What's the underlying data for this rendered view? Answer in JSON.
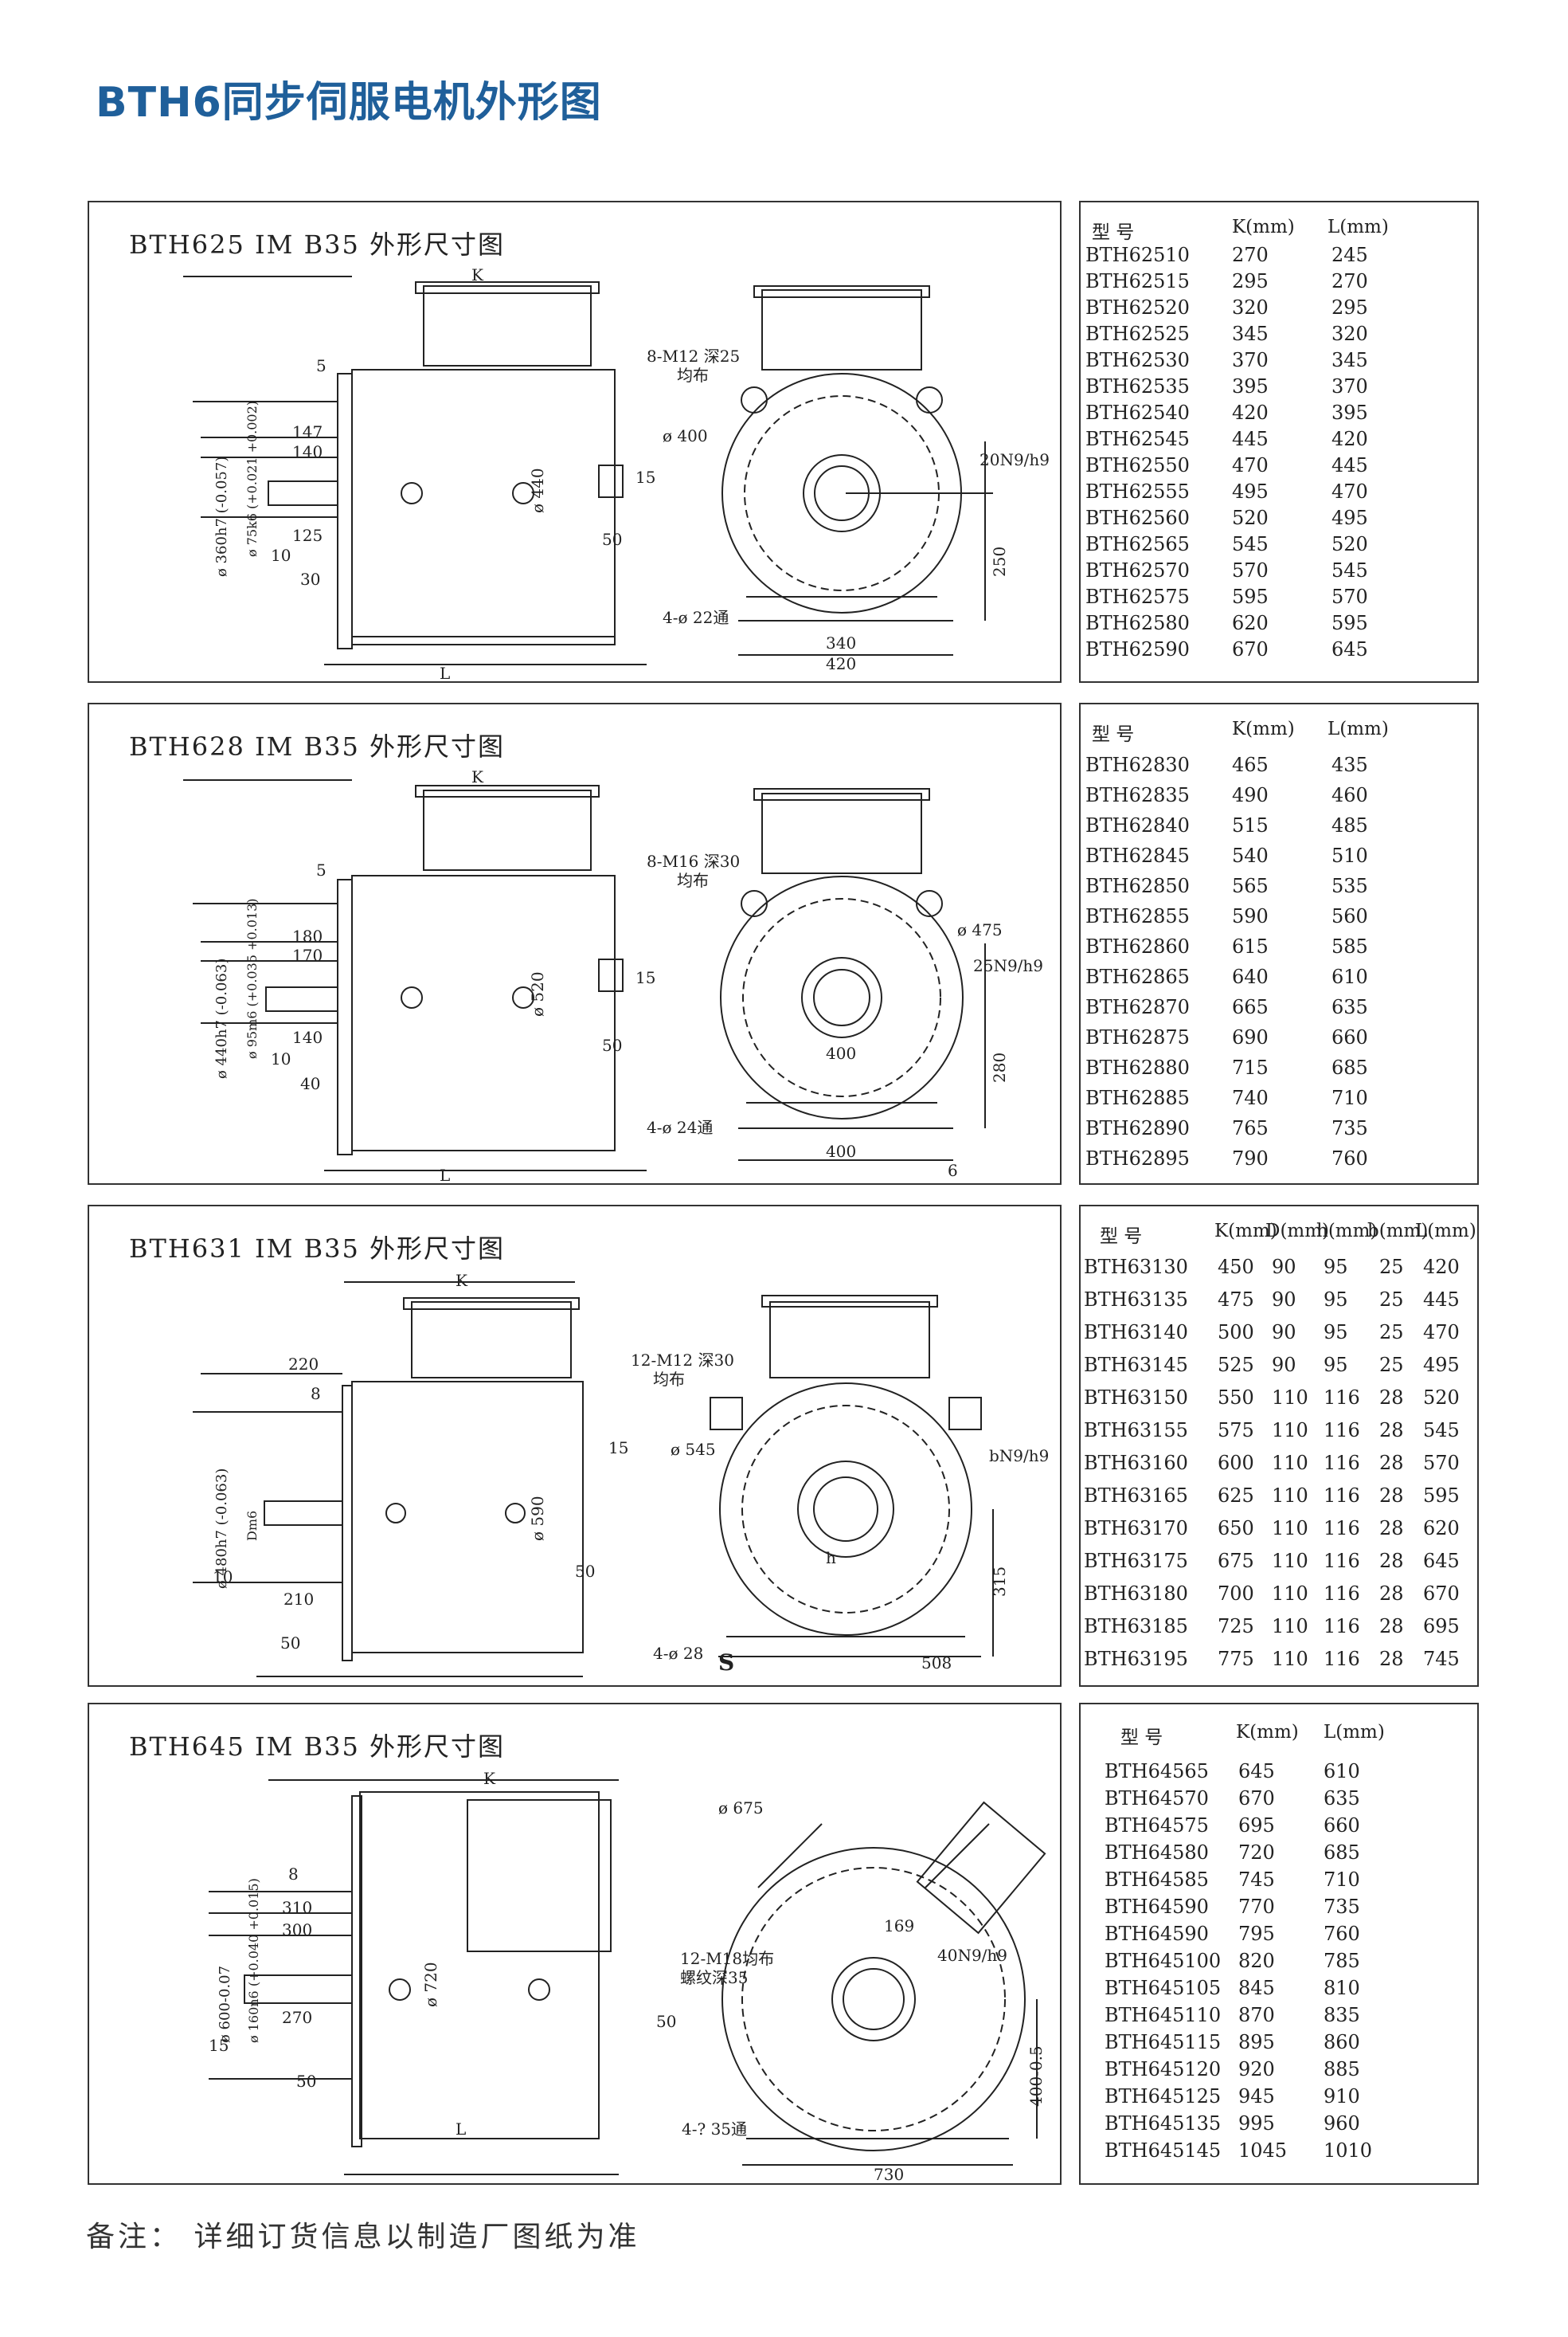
{
  "title": "BTH6同步伺服电机外形图",
  "footnote": "备注：  详细订货信息以制造厂图纸为准",
  "sections": [
    {
      "title": "BTH625  IM B35  外形尺寸图",
      "table": {
        "headers": [
          "型    号",
          "K(mm)",
          "L(mm)"
        ],
        "rows": [
          [
            "BTH62510",
            "270",
            "245"
          ],
          [
            "BTH62515",
            "295",
            "270"
          ],
          [
            "BTH62520",
            "320",
            "295"
          ],
          [
            "BTH62525",
            "345",
            "320"
          ],
          [
            "BTH62530",
            "370",
            "345"
          ],
          [
            "BTH62535",
            "395",
            "370"
          ],
          [
            "BTH62540",
            "420",
            "395"
          ],
          [
            "BTH62545",
            "445",
            "420"
          ],
          [
            "BTH62550",
            "470",
            "445"
          ],
          [
            "BTH62555",
            "495",
            "470"
          ],
          [
            "BTH62560",
            "520",
            "495"
          ],
          [
            "BTH62565",
            "545",
            "520"
          ],
          [
            "BTH62570",
            "570",
            "545"
          ],
          [
            "BTH62575",
            "595",
            "570"
          ],
          [
            "BTH62580",
            "620",
            "595"
          ],
          [
            "BTH62590",
            "670",
            "645"
          ]
        ]
      },
      "side": {
        "K": "K",
        "dim5": "5",
        "dim147": "147",
        "dim140": "140",
        "dim125": "125",
        "dim10": "10",
        "dim30": "30",
        "L": "L",
        "dia440": "ø 440",
        "d360": "ø 360h7 (-0.057)",
        "d75": "ø 75k6 (+0.021 +0.002)",
        "dim15": "15",
        "dim50": "50"
      },
      "front": {
        "holes": "8-M12 深25",
        "even": "均布",
        "dia": "ø 400",
        "key": "20N9/h9",
        "h": "250",
        "mount": "4-ø 22通",
        "w1": "340",
        "w2": "420"
      }
    },
    {
      "title": "BTH628  IM B35  外形尺寸图",
      "table": {
        "headers": [
          "型    号",
          "K(mm)",
          "L(mm)"
        ],
        "rows": [
          [
            "BTH62830",
            "465",
            "435"
          ],
          [
            "BTH62835",
            "490",
            "460"
          ],
          [
            "BTH62840",
            "515",
            "485"
          ],
          [
            "BTH62845",
            "540",
            "510"
          ],
          [
            "BTH62850",
            "565",
            "535"
          ],
          [
            "BTH62855",
            "590",
            "560"
          ],
          [
            "BTH62860",
            "615",
            "585"
          ],
          [
            "BTH62865",
            "640",
            "610"
          ],
          [
            "BTH62870",
            "665",
            "635"
          ],
          [
            "BTH62875",
            "690",
            "660"
          ],
          [
            "BTH62880",
            "715",
            "685"
          ],
          [
            "BTH62885",
            "740",
            "710"
          ],
          [
            "BTH62890",
            "765",
            "735"
          ],
          [
            "BTH62895",
            "790",
            "760"
          ]
        ]
      },
      "side": {
        "K": "K",
        "dim5": "5",
        "dim180": "180",
        "dim170": "170",
        "dim140": "140",
        "dim10": "10",
        "dim40": "40",
        "L": "L",
        "dia520": "ø 520",
        "d440": "ø 440h7 (-0.063)",
        "d95": "ø 95m6 (+0.035 +0.013)",
        "dim15": "15",
        "dim50": "50"
      },
      "front": {
        "holes": "8-M16 深30",
        "even": "均布",
        "dia": "ø 475",
        "key": "25N9/h9",
        "h": "280",
        "mount": "4-ø 24通",
        "w1": "400",
        "w2": "400",
        "six": "6"
      }
    },
    {
      "title": "BTH631  IM B35  外形尺寸图",
      "table": {
        "headers": [
          "型    号",
          "K(mm)",
          "D(mm)",
          "h(mm)",
          "b(mm)",
          "L(mm)"
        ],
        "rows": [
          [
            "BTH63130",
            "450",
            "90",
            "95",
            "25",
            "420"
          ],
          [
            "BTH63135",
            "475",
            "90",
            "95",
            "25",
            "445"
          ],
          [
            "BTH63140",
            "500",
            "90",
            "95",
            "25",
            "470"
          ],
          [
            "BTH63145",
            "525",
            "90",
            "95",
            "25",
            "495"
          ],
          [
            "BTH63150",
            "550",
            "110",
            "116",
            "28",
            "520"
          ],
          [
            "BTH63155",
            "575",
            "110",
            "116",
            "28",
            "545"
          ],
          [
            "BTH63160",
            "600",
            "110",
            "116",
            "28",
            "570"
          ],
          [
            "BTH63165",
            "625",
            "110",
            "116",
            "28",
            "595"
          ],
          [
            "BTH63170",
            "650",
            "110",
            "116",
            "28",
            "620"
          ],
          [
            "BTH63175",
            "675",
            "110",
            "116",
            "28",
            "645"
          ],
          [
            "BTH63180",
            "700",
            "110",
            "116",
            "28",
            "670"
          ],
          [
            "BTH63185",
            "725",
            "110",
            "116",
            "28",
            "695"
          ],
          [
            "BTH63195",
            "775",
            "110",
            "116",
            "28",
            "745"
          ]
        ]
      },
      "side": {
        "K": "K",
        "dim220": "220",
        "dim8": "8",
        "dim210": "210",
        "dim10": "10",
        "dim50": "50",
        "dia590": "ø 590",
        "d480": "ø 480h7 (-0.063)",
        "dm6": "Dm6",
        "dim15": "15",
        "dim50b": "50"
      },
      "front": {
        "holes": "12-M12 深30",
        "even": "均布",
        "dia": "ø 545",
        "key": "bN9/h9",
        "h": "315",
        "mount": "4-ø 28",
        "s": "S",
        "w": "508",
        "hh": "h"
      }
    },
    {
      "title": "BTH645  IM B35  外形尺寸图",
      "table": {
        "headers": [
          "型    号",
          "K(mm)",
          "L(mm)"
        ],
        "rows": [
          [
            "BTH64565",
            "645",
            "610"
          ],
          [
            "BTH64570",
            "670",
            "635"
          ],
          [
            "BTH64575",
            "695",
            "660"
          ],
          [
            "BTH64580",
            "720",
            "685"
          ],
          [
            "BTH64585",
            "745",
            "710"
          ],
          [
            "BTH64590",
            "770",
            "735"
          ],
          [
            "BTH64590",
            "795",
            "760"
          ],
          [
            "BTH645100",
            "820",
            "785"
          ],
          [
            "BTH645105",
            "845",
            "810"
          ],
          [
            "BTH645110",
            "870",
            "835"
          ],
          [
            "BTH645115",
            "895",
            "860"
          ],
          [
            "BTH645120",
            "920",
            "885"
          ],
          [
            "BTH645125",
            "945",
            "910"
          ],
          [
            "BTH645135",
            "995",
            "960"
          ],
          [
            "BTH645145",
            "1045",
            "1010"
          ]
        ]
      },
      "side": {
        "K": "K",
        "dim8": "8",
        "dim310": "310",
        "dim300": "300",
        "dim270": "270",
        "dim15": "15",
        "dim50": "50",
        "L": "L",
        "dia720": "ø 720",
        "d600": "ø 600-0.07",
        "d160": "ø 160n6 (+0.040 +0.015)",
        "dim50b": "50"
      },
      "front": {
        "dia": "ø 675",
        "holes": "12-M18均布",
        "depth": "螺纹深35",
        "d169": "169",
        "key": "40N9/h9",
        "h": "400-0.5",
        "mount": "4-? 35通",
        "w": "730"
      }
    }
  ]
}
